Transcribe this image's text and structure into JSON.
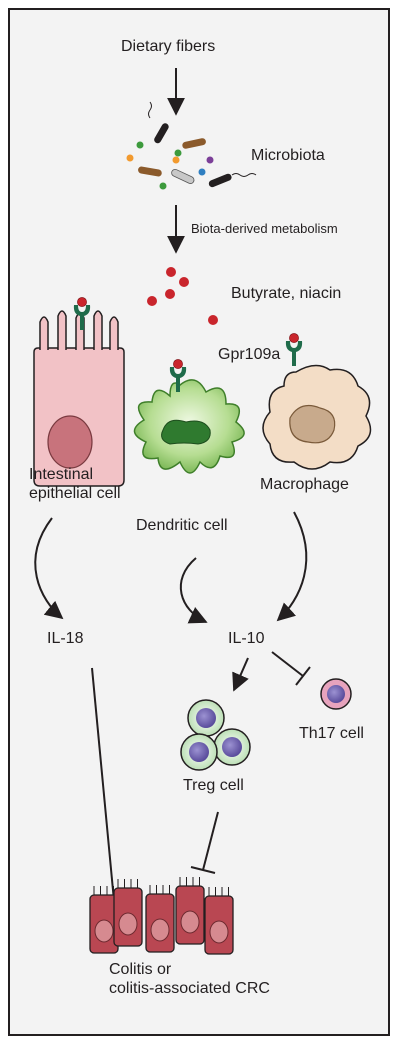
{
  "labels": {
    "dietary_fibers": "Dietary fibers",
    "microbiota": "Microbiota",
    "metabolism": "Biota-derived metabolism",
    "butyrate": "Butyrate, niacin",
    "gpr109a": "Gpr109a",
    "iec_line1": "Intestinal",
    "iec_line2": "epithelial cell",
    "dendritic": "Dendritic cell",
    "macrophage": "Macrophage",
    "il18": "IL-18",
    "il10": "IL-10",
    "treg": "Treg cell",
    "th17": "Th17 cell",
    "outcome_line1": "Colitis or",
    "outcome_line2": "colitis-associated CRC"
  },
  "colors": {
    "background": "#f3f3f3",
    "frame": "#231f20",
    "epithelial": "#f2c2c6",
    "epithelial_nucleus": "#c8737c",
    "dendritic": "#8fc868",
    "macrophage": "#f3ddc6",
    "macrophage_nucleus": "#c8aa8c",
    "receptor": "#1f6b4a",
    "ligand": "#c9252c",
    "treg": "#c9e6c3",
    "nucleus_purple": "#6d5fae",
    "th17": "#e7a3bd",
    "colon_cell": "#b94752"
  },
  "microbes": [
    "rod-black",
    "rod-brown",
    "rod-grey",
    "cocci-orange",
    "cocci-green",
    "cocci-blue",
    "cocci-purple"
  ]
}
